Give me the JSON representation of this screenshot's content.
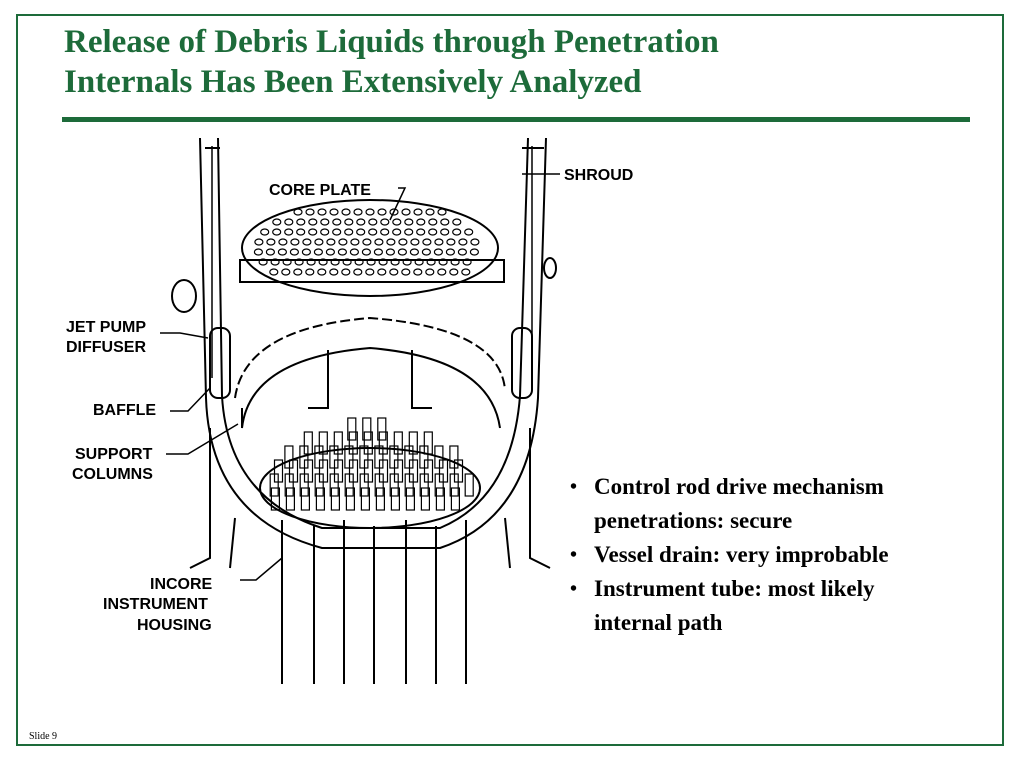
{
  "slide": {
    "title_line1": "Release of Debris Liquids through Penetration",
    "title_line2": "Internals Has Been Extensively Analyzed",
    "slide_number": "Slide 9",
    "accent_color": "#1d6b3a"
  },
  "diagram": {
    "labels": {
      "core_plate": "CORE PLATE",
      "shroud": "SHROUD",
      "jet_pump_1": "JET PUMP",
      "jet_pump_2": "DIFFUSER",
      "baffle": "BAFFLE",
      "support_1": "SUPPORT",
      "support_2": "COLUMNS",
      "incore_1": "INCORE",
      "incore_2": "INSTRUMENT",
      "incore_3": "HOUSING"
    }
  },
  "bullets": [
    {
      "line1": "Control rod drive mechanism",
      "line2": "penetrations:  secure"
    },
    {
      "line1": "Vessel drain:  very improbable"
    },
    {
      "line1": "Instrument tube:  most likely",
      "line2": "internal path"
    }
  ]
}
